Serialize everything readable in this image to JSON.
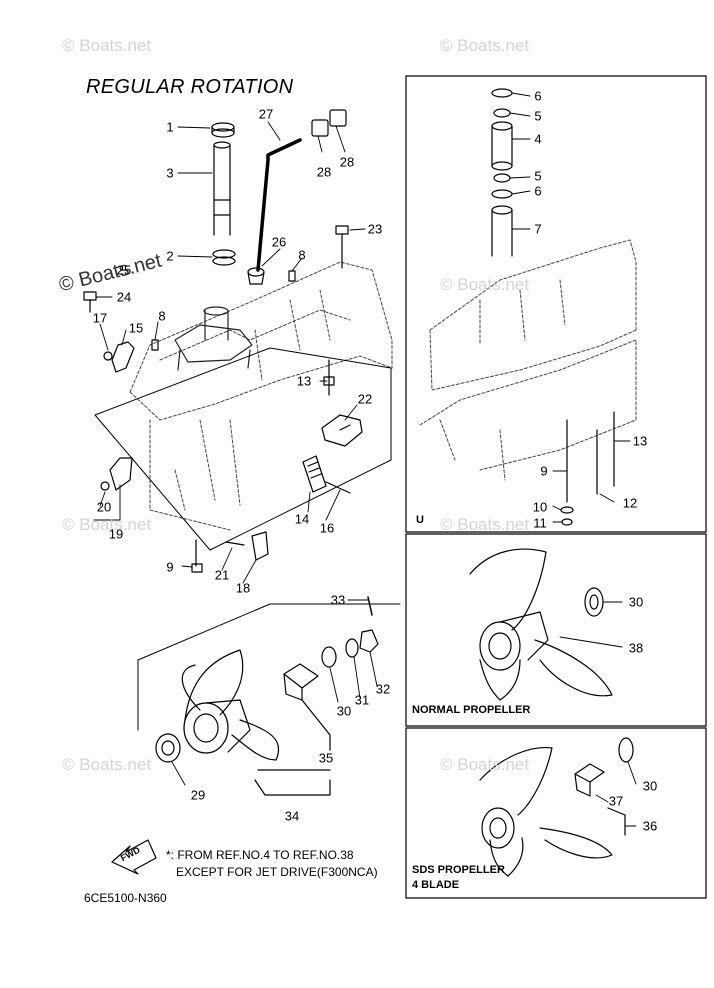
{
  "title": "REGULAR ROTATION",
  "watermark": "© Boats.net",
  "callouts": {
    "c1": "1",
    "c2": "2",
    "c3": "3",
    "c8a": "8",
    "c8b": "8",
    "c9": "9",
    "c13": "13",
    "c14": "14",
    "c15": "15",
    "c16": "16",
    "c17": "17",
    "c18": "18",
    "c19": "19",
    "c20": "20",
    "c21": "21",
    "c22": "22",
    "c23": "23",
    "c24": "24",
    "c25": "25",
    "c26": "26",
    "c27": "27",
    "c28a": "28",
    "c28b": "28",
    "c29": "29",
    "c30": "30",
    "c31": "31",
    "c32": "32",
    "c33": "33",
    "c34": "34",
    "c35": "35"
  },
  "upper_panel": {
    "label": "U",
    "callouts": {
      "u6a": "6",
      "u5a": "5",
      "u4": "4",
      "u5b": "5",
      "u6b": "6",
      "u7": "7",
      "u9": "9",
      "u10": "10",
      "u11": "11",
      "u12": "12",
      "u13": "13"
    }
  },
  "normal_panel": {
    "label": "NORMAL PROPELLER",
    "callouts": {
      "n30": "30",
      "n38": "38"
    }
  },
  "sds_panel": {
    "label_line1": "SDS PROPELLER",
    "label_line2": "4 BLADE",
    "callouts": {
      "s30": "30",
      "s37": "37",
      "s36": "36"
    }
  },
  "note": {
    "fwd": "FWD",
    "line1": "*: FROM REF.NO.4 TO REF.NO.38",
    "line2": "EXCEPT FOR JET DRIVE(F300NCA)"
  },
  "diagram_code": "6CE5100-N360"
}
